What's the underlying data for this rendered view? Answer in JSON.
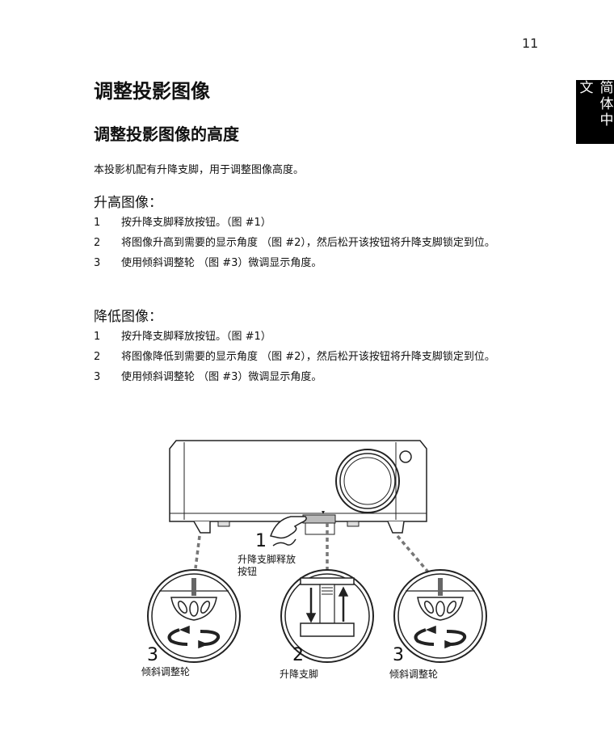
{
  "page": {
    "number": "11",
    "language_tab": "简体中文"
  },
  "headings": {
    "title": "调整投影图像",
    "subtitle": "调整投影图像的高度"
  },
  "intro": "本投影机配有升降支脚，用于调整图像高度。",
  "raise_section": {
    "heading": "升高图像：",
    "steps": [
      {
        "num": "1",
        "text": "按升降支脚释放按钮。（图 #1）"
      },
      {
        "num": "2",
        "text": "将图像升高到需要的显示角度 （图 #2），然后松开该按钮将升降支脚锁定到位。"
      },
      {
        "num": "3",
        "text": "使用倾斜调整轮 （图 #3）微调显示角度。"
      }
    ]
  },
  "lower_section": {
    "heading": "降低图像：",
    "steps": [
      {
        "num": "1",
        "text": "按升降支脚释放按钮。（图 #1）"
      },
      {
        "num": "2",
        "text": "将图像降低到需要的显示角度 （图 #2），然后松开该按钮将升降支脚锁定到位。"
      },
      {
        "num": "3",
        "text": "使用倾斜调整轮 （图 #3）微调显示角度。"
      }
    ]
  },
  "figure": {
    "callout_1": {
      "num": "1",
      "label_line1": "升降支脚释放",
      "label_line2": "按钮"
    },
    "callout_2": {
      "num": "2",
      "label": "升降支脚"
    },
    "callout_3_left": {
      "num": "3",
      "label": "倾斜调整轮"
    },
    "callout_3_right": {
      "num": "3",
      "label": "倾斜调整轮"
    }
  }
}
